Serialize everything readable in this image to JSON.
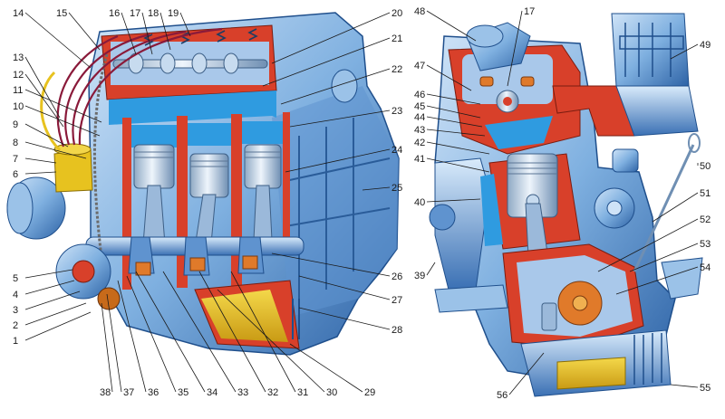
{
  "colors": {
    "metal_dark": "#1f4f8c",
    "metal_mid": "#5f93cf",
    "metal_light": "#b9d6f2",
    "section_red": "#d8402a",
    "coolant": "#2f9be0",
    "oil": "#e6c22e",
    "wire": "#8a1a3a",
    "label_text": "#1a1a1a",
    "leader_line": "#1a1a1a"
  },
  "figure": {
    "left_view": {
      "name": "longitudinal-section"
    },
    "right_view": {
      "name": "transverse-section"
    }
  },
  "callouts": [
    {
      "id": "1",
      "label": "1"
    },
    {
      "id": "2",
      "label": "2"
    },
    {
      "id": "3",
      "label": "3"
    },
    {
      "id": "4",
      "label": "4"
    },
    {
      "id": "5",
      "label": "5"
    },
    {
      "id": "6",
      "label": "6"
    },
    {
      "id": "7",
      "label": "7"
    },
    {
      "id": "8",
      "label": "8"
    },
    {
      "id": "9",
      "label": "9"
    },
    {
      "id": "10",
      "label": "10"
    },
    {
      "id": "11",
      "label": "11"
    },
    {
      "id": "12",
      "label": "12"
    },
    {
      "id": "13",
      "label": "13"
    },
    {
      "id": "14",
      "label": "14"
    },
    {
      "id": "15",
      "label": "15"
    },
    {
      "id": "16",
      "label": "16"
    },
    {
      "id": "17a",
      "label": "17"
    },
    {
      "id": "18",
      "label": "18"
    },
    {
      "id": "19",
      "label": "19"
    },
    {
      "id": "20",
      "label": "20"
    },
    {
      "id": "21",
      "label": "21"
    },
    {
      "id": "22",
      "label": "22"
    },
    {
      "id": "23",
      "label": "23"
    },
    {
      "id": "24",
      "label": "24"
    },
    {
      "id": "25",
      "label": "25"
    },
    {
      "id": "26",
      "label": "26"
    },
    {
      "id": "27",
      "label": "27"
    },
    {
      "id": "28",
      "label": "28"
    },
    {
      "id": "29",
      "label": "29"
    },
    {
      "id": "30",
      "label": "30"
    },
    {
      "id": "31",
      "label": "31"
    },
    {
      "id": "32",
      "label": "32"
    },
    {
      "id": "33",
      "label": "33"
    },
    {
      "id": "34",
      "label": "34"
    },
    {
      "id": "35",
      "label": "35"
    },
    {
      "id": "36",
      "label": "36"
    },
    {
      "id": "37",
      "label": "37"
    },
    {
      "id": "38",
      "label": "38"
    },
    {
      "id": "39",
      "label": "39"
    },
    {
      "id": "40",
      "label": "40"
    },
    {
      "id": "41",
      "label": "41"
    },
    {
      "id": "42",
      "label": "42"
    },
    {
      "id": "43",
      "label": "43"
    },
    {
      "id": "44",
      "label": "44"
    },
    {
      "id": "45",
      "label": "45"
    },
    {
      "id": "46",
      "label": "46"
    },
    {
      "id": "47",
      "label": "47"
    },
    {
      "id": "48",
      "label": "48"
    },
    {
      "id": "17b",
      "label": "17"
    },
    {
      "id": "49",
      "label": "49"
    },
    {
      "id": "50",
      "label": "50"
    },
    {
      "id": "51",
      "label": "51"
    },
    {
      "id": "52",
      "label": "52"
    },
    {
      "id": "53",
      "label": "53"
    },
    {
      "id": "54",
      "label": "54"
    },
    {
      "id": "55",
      "label": "55"
    },
    {
      "id": "56",
      "label": "56"
    }
  ]
}
